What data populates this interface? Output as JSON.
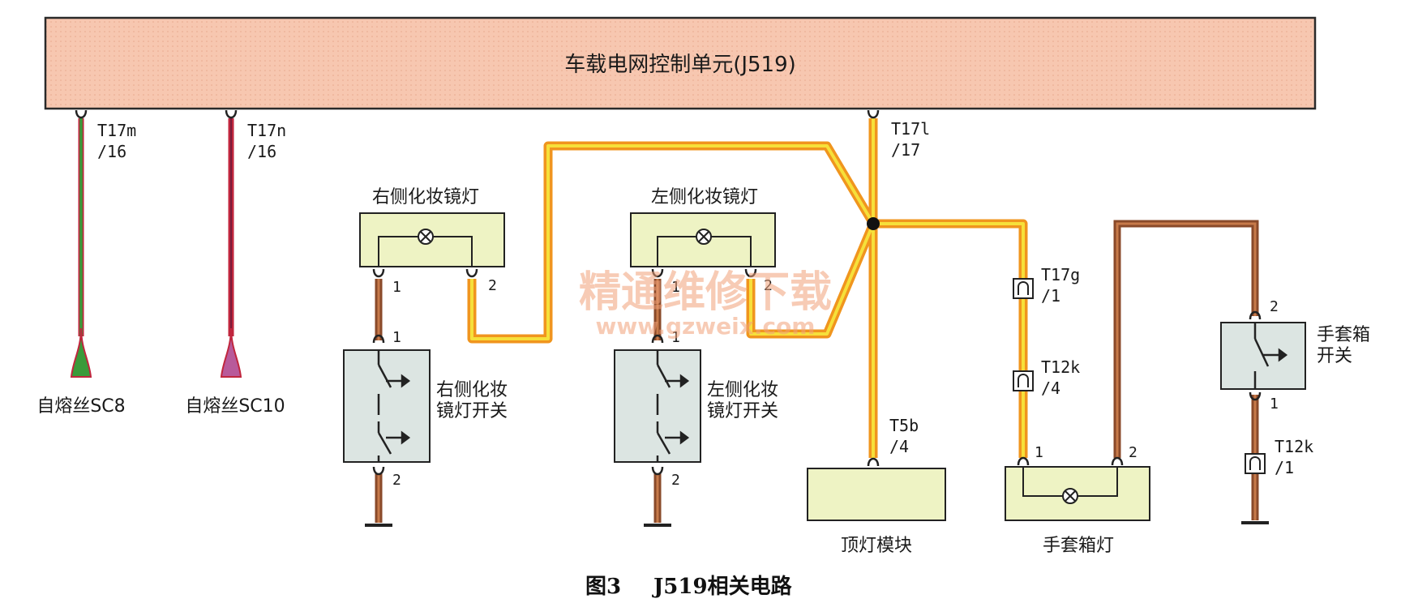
{
  "control_unit": {
    "label": "车载电网控制单元(J519)"
  },
  "connectors": {
    "t17m": {
      "name": "T17m",
      "pin": "/16"
    },
    "t17n": {
      "name": "T17n",
      "pin": "/16"
    },
    "t17l": {
      "name": "T17l",
      "pin": "/17"
    },
    "t17g": {
      "name": "T17g",
      "pin": "/1"
    },
    "t12k_a": {
      "name": "T12k",
      "pin": "/4"
    },
    "t12k_b": {
      "name": "T12k",
      "pin": "/1"
    },
    "t5b": {
      "name": "T5b",
      "pin": "/4"
    }
  },
  "fuses": {
    "sc8": {
      "label": "自熔丝SC8"
    },
    "sc10": {
      "label": "自熔丝SC10"
    }
  },
  "components": {
    "right_mirror_lamp": {
      "label": "右侧化妆镜灯",
      "pin1": "1",
      "pin2": "2"
    },
    "left_mirror_lamp": {
      "label": "左侧化妆镜灯",
      "pin1": "1",
      "pin2": "2"
    },
    "right_mirror_switch": {
      "line1": "右侧化妆",
      "line2": "镜灯开关",
      "pin1": "1",
      "pin2": "2"
    },
    "left_mirror_switch": {
      "line1": "左侧化妆",
      "line2": "镜灯开关",
      "pin1": "1",
      "pin2": "2"
    },
    "dome_light_module": {
      "label": "顶灯模块"
    },
    "glovebox_lamp": {
      "label": "手套箱灯",
      "pin1": "1",
      "pin2": "2"
    },
    "glovebox_switch": {
      "line1": "手套箱",
      "line2": "开关",
      "pin1": "1",
      "pin2": "2"
    }
  },
  "watermark": {
    "line1": "精通维修下载",
    "line2": "www.gzweix.com"
  },
  "caption": {
    "fig": "图3",
    "text": "J519相关电路"
  },
  "colors": {
    "unit_fill": "#f7c7b0",
    "component_fill": "#eef3c4",
    "switch_fill": "#dce5e2",
    "wire_orange": "#f0951e",
    "wire_yellow": "#f6e03a",
    "wire_brown": "#8a4a2a",
    "wire_red": "#c0263e",
    "wire_green": "#3a9a3a"
  }
}
